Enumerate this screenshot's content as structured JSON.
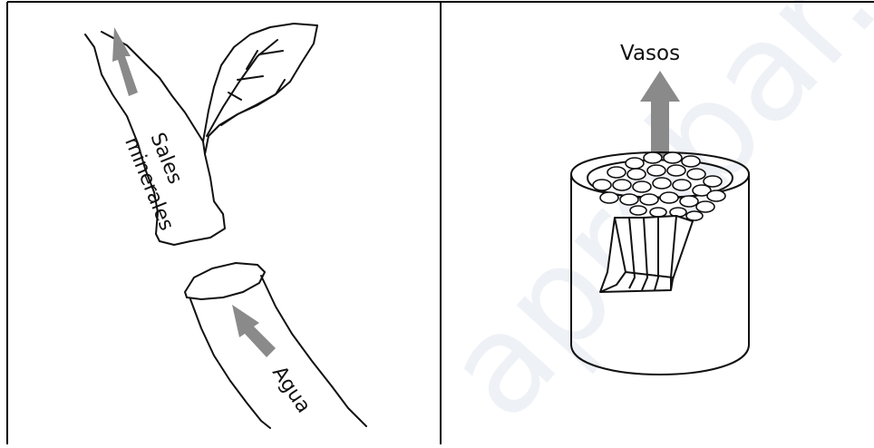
{
  "left_panel": {
    "stem_label": "Sales\nminerales",
    "stem_label_lines": [
      "Sales",
      "minerales"
    ],
    "lower_stem_label": "Agua"
  },
  "right_panel": {
    "vessels_label": "Vasos"
  },
  "watermark": {
    "text": "aprobar.es",
    "color": "#eef1f6"
  },
  "colors": {
    "arrow": "#8a8a8a",
    "line": "#111111",
    "border": "#000000"
  }
}
